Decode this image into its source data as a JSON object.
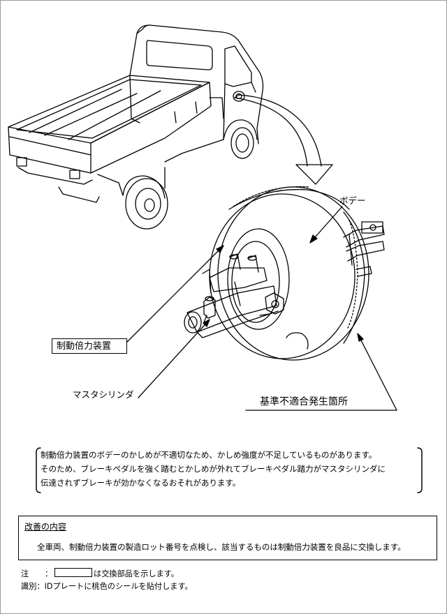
{
  "labels": {
    "body": "ボデー",
    "brake_booster": "制動倍力装置",
    "master_cylinder": "マスタシリンダ",
    "defect_location": "基準不適合発生箇所"
  },
  "description": {
    "lines": [
      "制動倍力装置のボデーのかしめが不適切なため、かしめ強度が不足しているものがあります。",
      "そのため、ブレーキペダルを強く踏むとかしめが外れてブレーキペダル踏力がマスタシリンダに",
      "伝達されずブレーキが効かなくなるおそれがあります。"
    ]
  },
  "remedy": {
    "title": "改善の内容",
    "text": "全車両、制動倍力装置の製造ロット番号を点検し、該当するものは制動倍力装置を良品に交換します。"
  },
  "notes": {
    "note_key": "注",
    "note_sep": "：",
    "note_text": "は交換部品を示します。",
    "id_key": "識別：",
    "id_text": "IDプレートに桃色のシールを貼付します。"
  },
  "colors": {
    "line": "#000000",
    "background": "#ffffff",
    "frame": "#9a9a9a"
  }
}
